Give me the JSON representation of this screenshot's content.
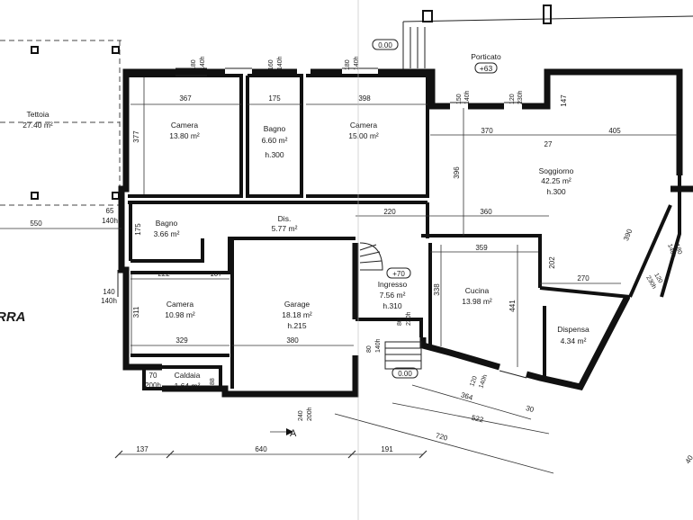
{
  "floor_label": "RRA",
  "section_marker": "A",
  "rooms": [
    {
      "id": "tettoia",
      "name": "Tettoia",
      "area": "27.40 m²"
    },
    {
      "id": "camera1",
      "name": "Camera",
      "area": "13.80 m²"
    },
    {
      "id": "bagno1",
      "name": "Bagno",
      "area": "6.60 m²",
      "height": "h.300"
    },
    {
      "id": "camera2",
      "name": "Camera",
      "area": "15.00 m²"
    },
    {
      "id": "porticato",
      "name": "Porticato",
      "level": "+63"
    },
    {
      "id": "soggiorno",
      "name": "Soggiorno",
      "area": "42.25 m²",
      "height": "h.300"
    },
    {
      "id": "bagno2",
      "name": "Bagno",
      "area": "3.66 m²"
    },
    {
      "id": "dis",
      "name": "Dis.",
      "area": "5.77 m²"
    },
    {
      "id": "camera3",
      "name": "Camera",
      "area": "10.98 m²"
    },
    {
      "id": "garage",
      "name": "Garage",
      "area": "18.18 m²",
      "height": "h.215"
    },
    {
      "id": "ingresso",
      "name": "Ingresso",
      "area": "7.56 m²",
      "height": "h.310"
    },
    {
      "id": "cucina",
      "name": "Cucina",
      "area": "13.98 m²"
    },
    {
      "id": "dispensa",
      "name": "Dispensa",
      "area": "4.34 m²"
    },
    {
      "id": "caldaia",
      "name": "Caldaia",
      "area": "1.64 m²"
    }
  ],
  "levels": [
    "0.00",
    "+70",
    "0.00"
  ],
  "dimensions": {
    "d367": "367",
    "d175a": "175",
    "d398": "398",
    "d377": "377",
    "d370": "370",
    "d405": "405",
    "d27": "27",
    "d396": "396",
    "d147": "147",
    "d220": "220",
    "d360": "360",
    "d359": "359",
    "d202": "202",
    "d270": "270",
    "d390": "390",
    "d338": "338",
    "d441": "441",
    "d175b": "175",
    "d550": "550",
    "d65": "65",
    "d222": "222",
    "d107": "107",
    "d311": "311",
    "d329": "329",
    "d380": "380",
    "d70": "70",
    "d88": "88",
    "d364": "364",
    "d30": "30",
    "d522": "522",
    "d720": "720",
    "d137": "137",
    "d640": "640",
    "d191": "191",
    "d40": "40"
  },
  "openings": {
    "o1a": "180",
    "o1b": "140h",
    "o2a": "160",
    "o2b": "140h",
    "o3a": "180",
    "o3b": "140h",
    "o4a": "150",
    "o4b": "140h",
    "o5a": "120",
    "o5b": "230h",
    "o6a": "140h",
    "o7a": "140",
    "o7b": "140h",
    "o8a": "80",
    "o8b": "140h",
    "o9a": "80",
    "o9b": "230h",
    "o10a": "240",
    "o10b": "200h",
    "o11a": "200h",
    "o12a": "120",
    "o12b": "140h",
    "o13a": "180",
    "o13b": "140h",
    "o14a": "120",
    "o14b": "230h"
  }
}
